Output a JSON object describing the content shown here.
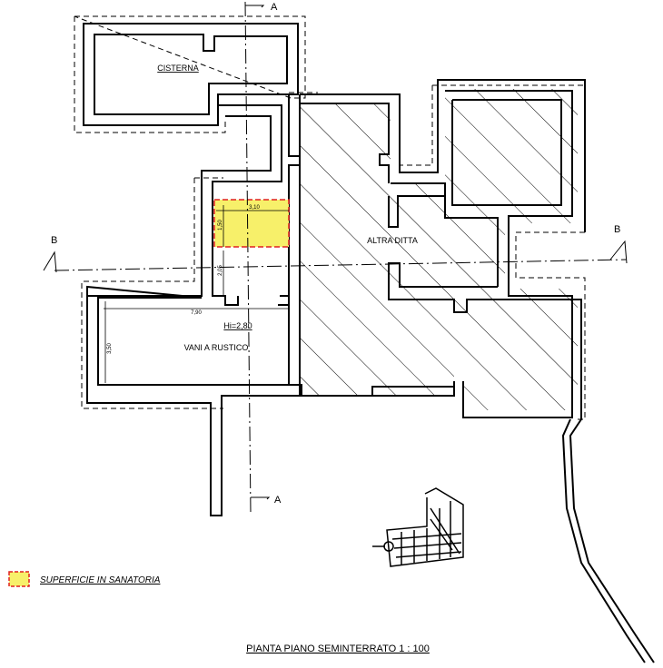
{
  "rooms": {
    "cisterna": "CISTERNA",
    "altra_ditta": "ALTRA DITTA",
    "vani_a_rustico": "VANI A RUSTICO"
  },
  "ceiling_height": "Hi=2,80",
  "dimensions": {
    "sanatoria_width": "3,10",
    "sanatoria_depth": "1,50",
    "corridor_depth": "2,05",
    "rustico_width": "7,90",
    "rustico_depth": "3,50"
  },
  "sections": {
    "a_top": "A",
    "a_bottom": "A",
    "b_left": "B",
    "b_right": "B"
  },
  "legend": {
    "label": "SUPERFICIE IN SANATORIA",
    "color": "#f7f06a",
    "border_color": "#e02020"
  },
  "title": "PIANTA PIANO SEMINTERRATO 1 : 100"
}
